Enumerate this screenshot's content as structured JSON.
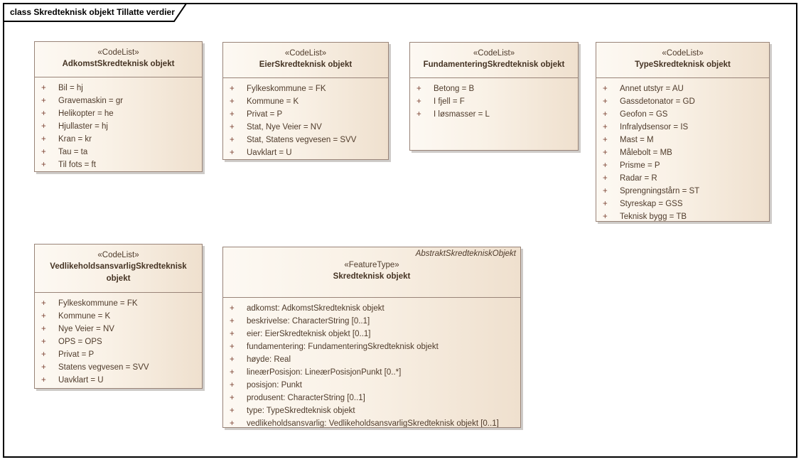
{
  "symbols": {
    "plus": "+"
  },
  "frame": {
    "label": "class Skredteknisk objekt Tillatte verdier"
  },
  "colors": {
    "box_fill_left": "#fdf9f3",
    "box_fill_right": "#efe0ce",
    "box_border": "#998478",
    "text": "#4f3b2b",
    "plus_sign": "#7d4535",
    "frame_border": "#000000"
  },
  "classes": [
    {
      "stereotype": "«CodeList»",
      "name": "AdkomstSkredteknisk objekt",
      "attributes": [
        "Bil = hj",
        "Gravemaskin = gr",
        "Helikopter = he",
        "Hjullaster = hj",
        "Kran = kr",
        "Tau = ta",
        "Til fots = ft"
      ]
    },
    {
      "stereotype": "«CodeList»",
      "name": "EierSkredteknisk objekt",
      "attributes": [
        "Fylkeskommune = FK",
        "Kommune = K",
        "Privat = P",
        "Stat, Nye Veier = NV",
        "Stat, Statens vegvesen = SVV",
        "Uavklart = U"
      ]
    },
    {
      "stereotype": "«CodeList»",
      "name": "FundamenteringSkredteknisk objekt",
      "attributes": [
        "Betong = B",
        "I fjell = F",
        "I løsmasser = L"
      ]
    },
    {
      "stereotype": "«CodeList»",
      "name": "TypeSkredteknisk objekt",
      "attributes": [
        "Annet utstyr = AU",
        "Gassdetonator = GD",
        "Geofon = GS",
        "Infralydsensor = IS",
        "Mast = M",
        "Målebolt = MB",
        "Prisme = P",
        "Radar = R",
        "Sprengningstårn = ST",
        "Styreskap = GSS",
        "Teknisk bygg = TB"
      ]
    },
    {
      "stereotype": "«CodeList»",
      "name": "VedlikeholdsansvarligSkredteknisk objekt",
      "attributes": [
        "Fylkeskommune = FK",
        "Kommune = K",
        "Nye Veier = NV",
        "OPS = OPS",
        "Privat = P",
        "Statens vegvesen = SVV",
        "Uavklart = U"
      ]
    },
    {
      "tagline": "AbstraktSkredtekniskObjekt",
      "stereotype": "«FeatureType»",
      "name": "Skredteknisk objekt",
      "attributes": [
        "adkomst: AdkomstSkredteknisk objekt",
        "beskrivelse: CharacterString [0..1]",
        "eier: EierSkredteknisk objekt [0..1]",
        "fundamentering: FundamenteringSkredteknisk objekt",
        "høyde: Real",
        "lineærPosisjon: LineærPosisjonPunkt [0..*]",
        "posisjon: Punkt",
        "produsent: CharacterString [0..1]",
        "type: TypeSkredteknisk objekt",
        "vedlikeholdsansvarlig: VedlikeholdsansvarligSkredteknisk objekt [0..1]"
      ]
    }
  ]
}
